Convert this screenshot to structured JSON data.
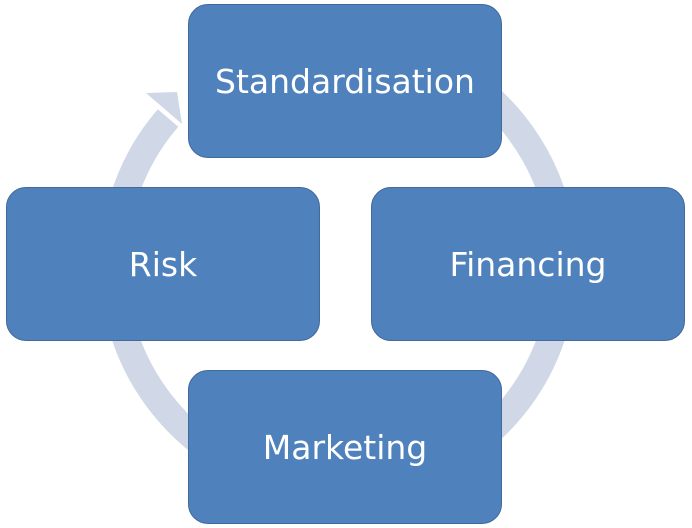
{
  "nodes": [
    {
      "label": "Standardisation"
    },
    {
      "label": "Financing"
    },
    {
      "label": "Marketing"
    },
    {
      "label": "Risk"
    }
  ],
  "colors": {
    "box": "#4f81bd",
    "arrow": "#d0d7e7",
    "text": "#ffffff"
  }
}
